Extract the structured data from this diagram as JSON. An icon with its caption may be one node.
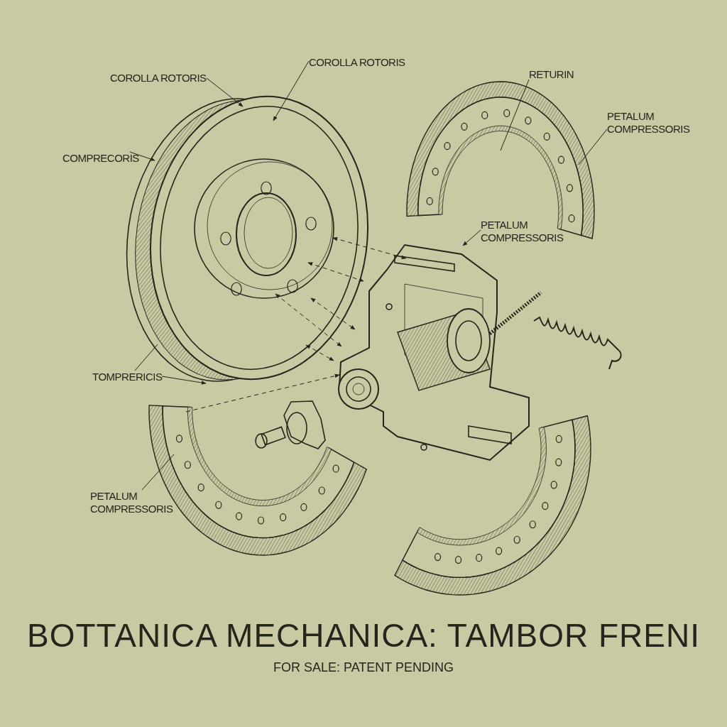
{
  "diagram": {
    "title": "BOTTANICA MECHANICA: TAMBOR FRENI",
    "caption": "FOR SALE: PATENT PENDING",
    "nodes": [
      {
        "text": [
          "COROLLA ROTORIS"
        ]
      },
      {
        "text": [
          "COROLLA ROTORIS"
        ]
      },
      {
        "text": [
          "RETURIN"
        ]
      },
      {
        "text": [
          "PETALUM COMPRESSORIS"
        ]
      },
      {
        "text": [
          "COMPRECORIS"
        ]
      },
      {
        "text": [],
        "shape": "picture"
      },
      {
        "text": [],
        "shape": "picture"
      },
      {
        "text": [
          "PETALUM COMPRESSORIS"
        ]
      },
      {
        "text": [],
        "shape": "picture"
      },
      {
        "text": [],
        "shape": "picture"
      },
      {
        "text": [
          "TOMPRERICIS"
        ]
      },
      {
        "text": [],
        "shape": "picture"
      },
      {
        "text": [],
        "shape": "picture"
      },
      {
        "text": [
          "PETALUM COMPRESSORIS"
        ]
      },
      {
        "text": [],
        "shape": "picture"
      }
    ],
    "edges": [
      {
        "from": 0,
        "to": 5,
        "arrow": "to"
      },
      {
        "from": 1,
        "to": 5,
        "arrow": "to"
      },
      {
        "from": 2,
        "to": 6,
        "arrow": "none"
      },
      {
        "from": 3,
        "to": 6,
        "arrow": "none"
      },
      {
        "from": 4,
        "to": 5,
        "arrow": "to"
      },
      {
        "from": 7,
        "to": 8,
        "arrow": "to"
      },
      {
        "from": 10,
        "to": 5,
        "arrow": "none"
      },
      {
        "from": 10,
        "to": 5,
        "arrow": "to"
      },
      {
        "from": 13,
        "to": 12,
        "arrow": "none"
      },
      {
        "from": 5,
        "to": 8,
        "arrow": "both",
        "style": "dashed"
      },
      {
        "from": 5,
        "to": 8,
        "arrow": "both",
        "style": "dashed"
      },
      {
        "from": 5,
        "to": 8,
        "arrow": "both",
        "style": "dashed"
      },
      {
        "from": 5,
        "to": 8,
        "arrow": "both",
        "style": "dashed"
      },
      {
        "from": 5,
        "to": 8,
        "arrow": "both",
        "style": "dashed"
      },
      {
        "from": 12,
        "to": 8,
        "arrow": "to",
        "style": "dashed"
      }
    ]
  }
}
